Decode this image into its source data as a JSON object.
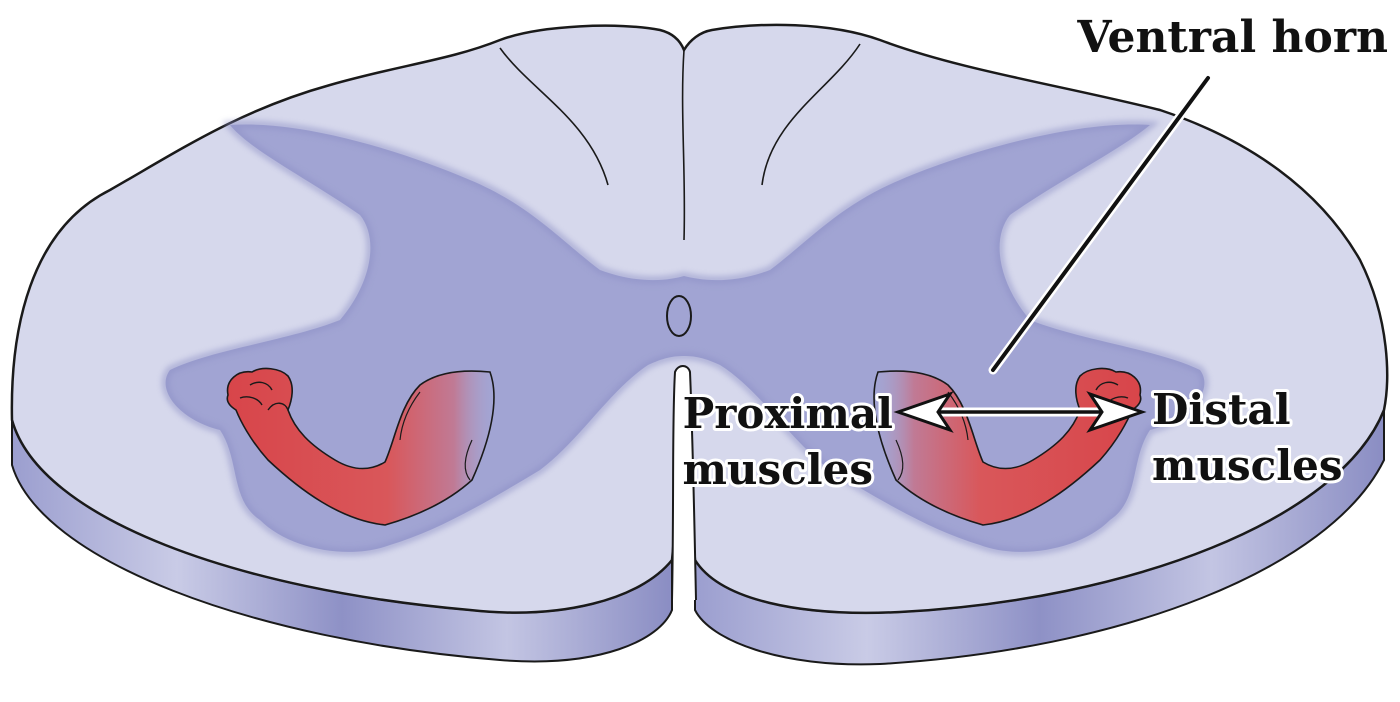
{
  "labels": {
    "ventral_horn": "Ventral horn",
    "proximal_line1": "Proximal",
    "proximal_line2": "muscles",
    "distal_line1": "Distal",
    "distal_line2": "muscles"
  },
  "colors": {
    "white_matter": "#d6d8ec",
    "gray_matter": "#9fa2d2",
    "slab_side": "#8e91c6",
    "outline": "#1a1a1a",
    "muscle": "#d94a4e",
    "background": "#ffffff"
  },
  "icons": {
    "left_arm": "flexed-arm-icon",
    "right_arm": "flexed-arm-icon",
    "arrow": "double-headed-arrow-icon"
  }
}
